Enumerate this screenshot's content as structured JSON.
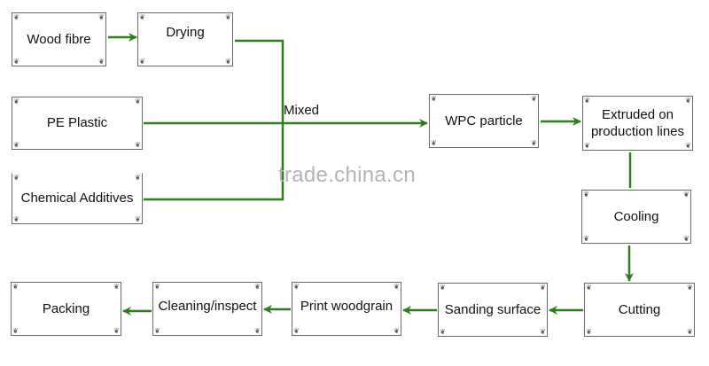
{
  "diagram": {
    "title": "WPC production process flow",
    "line_color": "#2e7d1e",
    "nodes": [
      {
        "id": "wood_fibre",
        "label": "Wood fibre"
      },
      {
        "id": "drying",
        "label": "Drying"
      },
      {
        "id": "pe_plastic",
        "label": "PE Plastic"
      },
      {
        "id": "chemical_additives",
        "label": "Chemical Additives"
      },
      {
        "id": "wpc_particle",
        "label": "WPC particle"
      },
      {
        "id": "extruded",
        "label": "Extruded on production lines"
      },
      {
        "id": "cooling",
        "label": "Cooling"
      },
      {
        "id": "cutting",
        "label": "Cutting"
      },
      {
        "id": "sanding",
        "label": "Sanding surface"
      },
      {
        "id": "print",
        "label": "Print woodgrain"
      },
      {
        "id": "cleaning",
        "label": "Cleaning/inspect"
      },
      {
        "id": "packing",
        "label": "Packing"
      }
    ],
    "edges": [
      {
        "from": "wood_fibre",
        "to": "drying"
      },
      {
        "from": "drying",
        "to": "wpc_particle",
        "via": "mixed"
      },
      {
        "from": "pe_plastic",
        "to": "wpc_particle",
        "via": "mixed"
      },
      {
        "from": "chemical_additives",
        "to": "wpc_particle",
        "via": "mixed"
      },
      {
        "from": "wpc_particle",
        "to": "extruded"
      },
      {
        "from": "extruded",
        "to": "cooling"
      },
      {
        "from": "cooling",
        "to": "cutting"
      },
      {
        "from": "cutting",
        "to": "sanding"
      },
      {
        "from": "sanding",
        "to": "print"
      },
      {
        "from": "print",
        "to": "cleaning"
      },
      {
        "from": "cleaning",
        "to": "packing"
      }
    ],
    "junction_label": "Mixed",
    "watermark": "trade.china.cn"
  }
}
